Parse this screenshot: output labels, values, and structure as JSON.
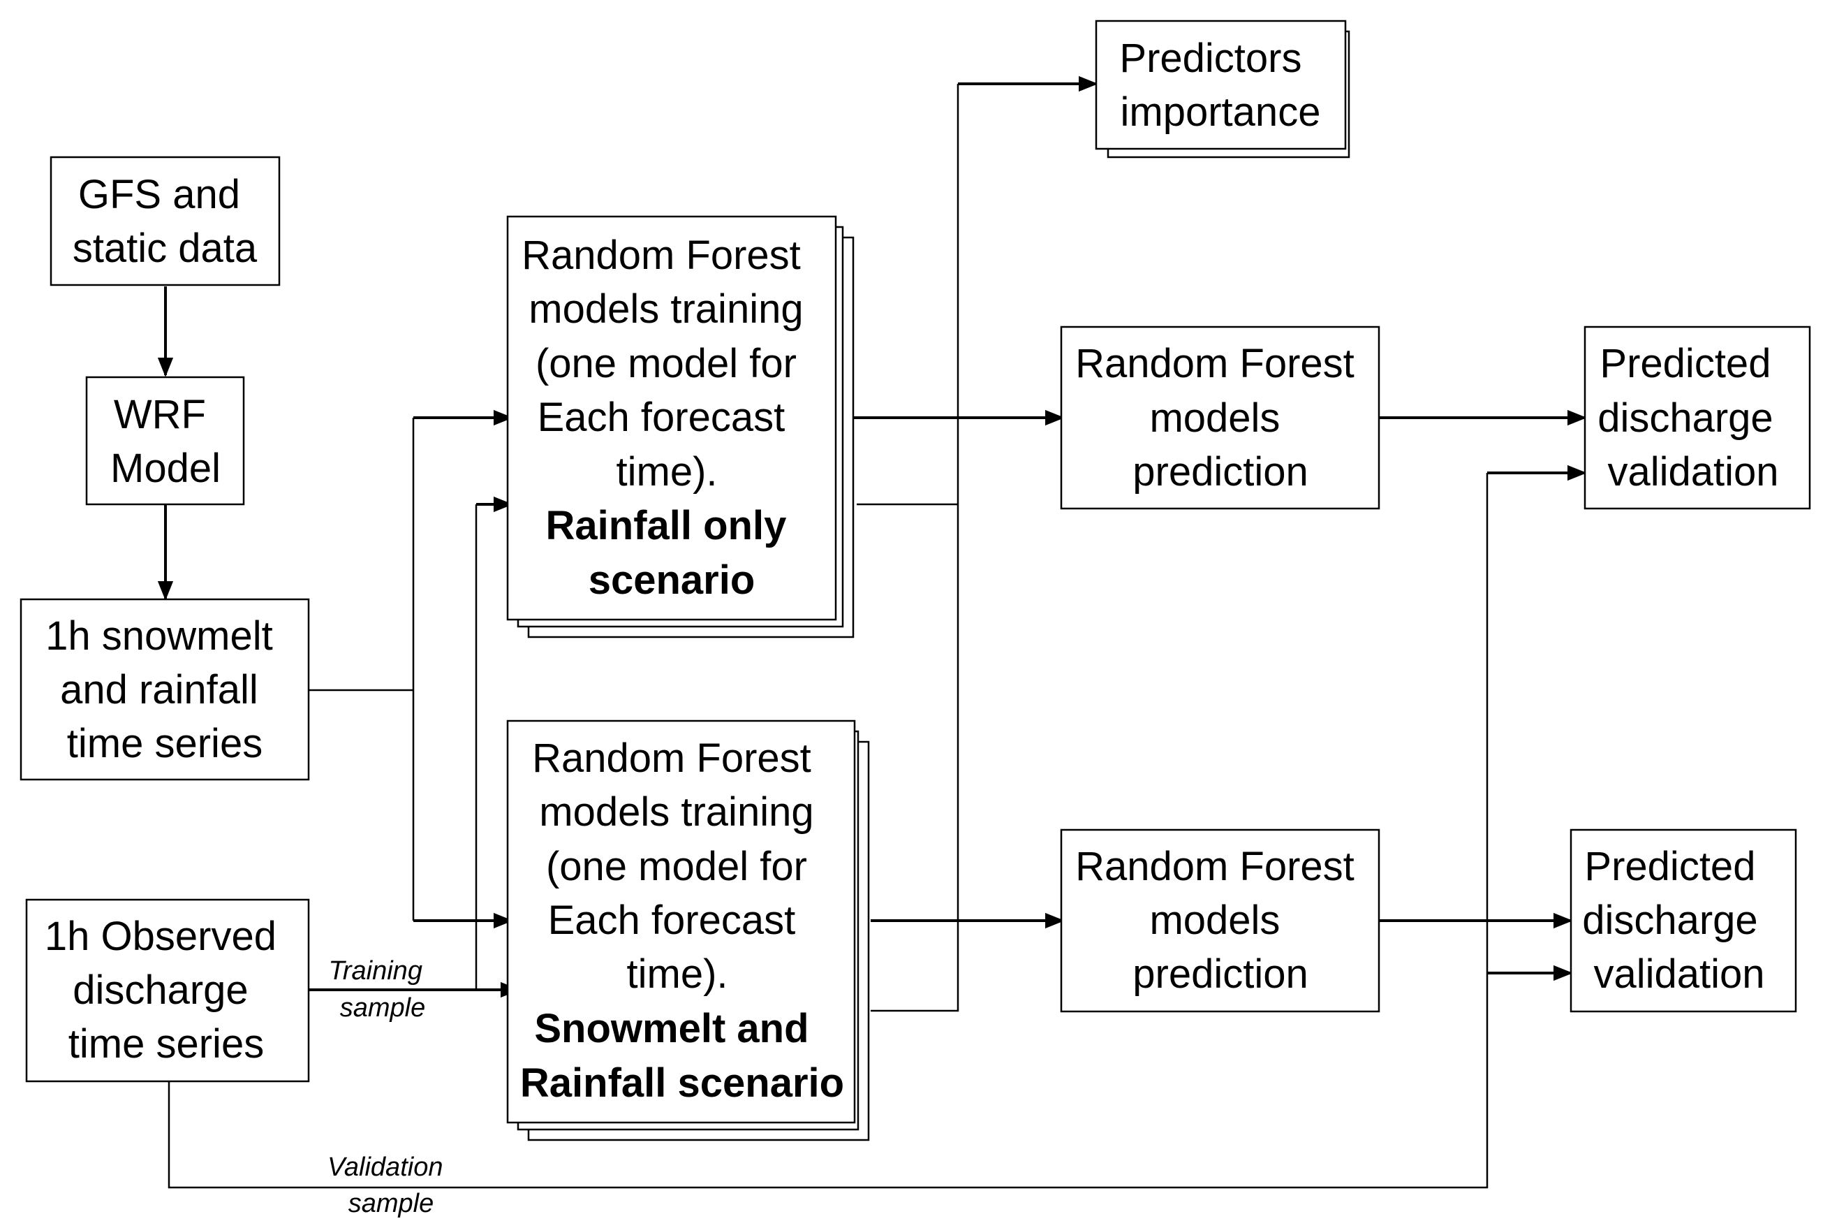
{
  "nodes": {
    "gfs": {
      "lines": [
        "GFS and",
        "static data"
      ]
    },
    "wrf": {
      "lines": [
        "WRF",
        "Model"
      ]
    },
    "snowmelt": {
      "lines": [
        "1h snowmelt",
        "and rainfall",
        "time series"
      ]
    },
    "observed": {
      "lines": [
        "1h Observed",
        "discharge",
        "time series"
      ]
    },
    "rf_train_rain": {
      "lines": [
        "Random Forest",
        "models training",
        "(one model for",
        "Each forecast",
        "time)."
      ],
      "bold_lines": [
        "Rainfall only",
        "scenario"
      ]
    },
    "rf_train_snow": {
      "lines": [
        "Random Forest",
        "models training",
        "(one model for",
        "Each forecast",
        "time)."
      ],
      "bold_lines": [
        "Snowmelt and",
        "Rainfall scenario"
      ]
    },
    "importance": {
      "lines": [
        "Predictors",
        "importance"
      ]
    },
    "rf_pred_rain": {
      "lines": [
        "Random Forest",
        "models",
        "prediction"
      ]
    },
    "rf_pred_snow": {
      "lines": [
        "Random Forest",
        "models",
        "prediction"
      ]
    },
    "valid_rain": {
      "lines": [
        "Predicted",
        "discharge",
        "validation"
      ]
    },
    "valid_snow": {
      "lines": [
        "Predicted",
        "discharge",
        "validation"
      ]
    }
  },
  "edge_labels": {
    "training": [
      "Training",
      "sample"
    ],
    "validation": [
      "Validation",
      "sample"
    ]
  }
}
